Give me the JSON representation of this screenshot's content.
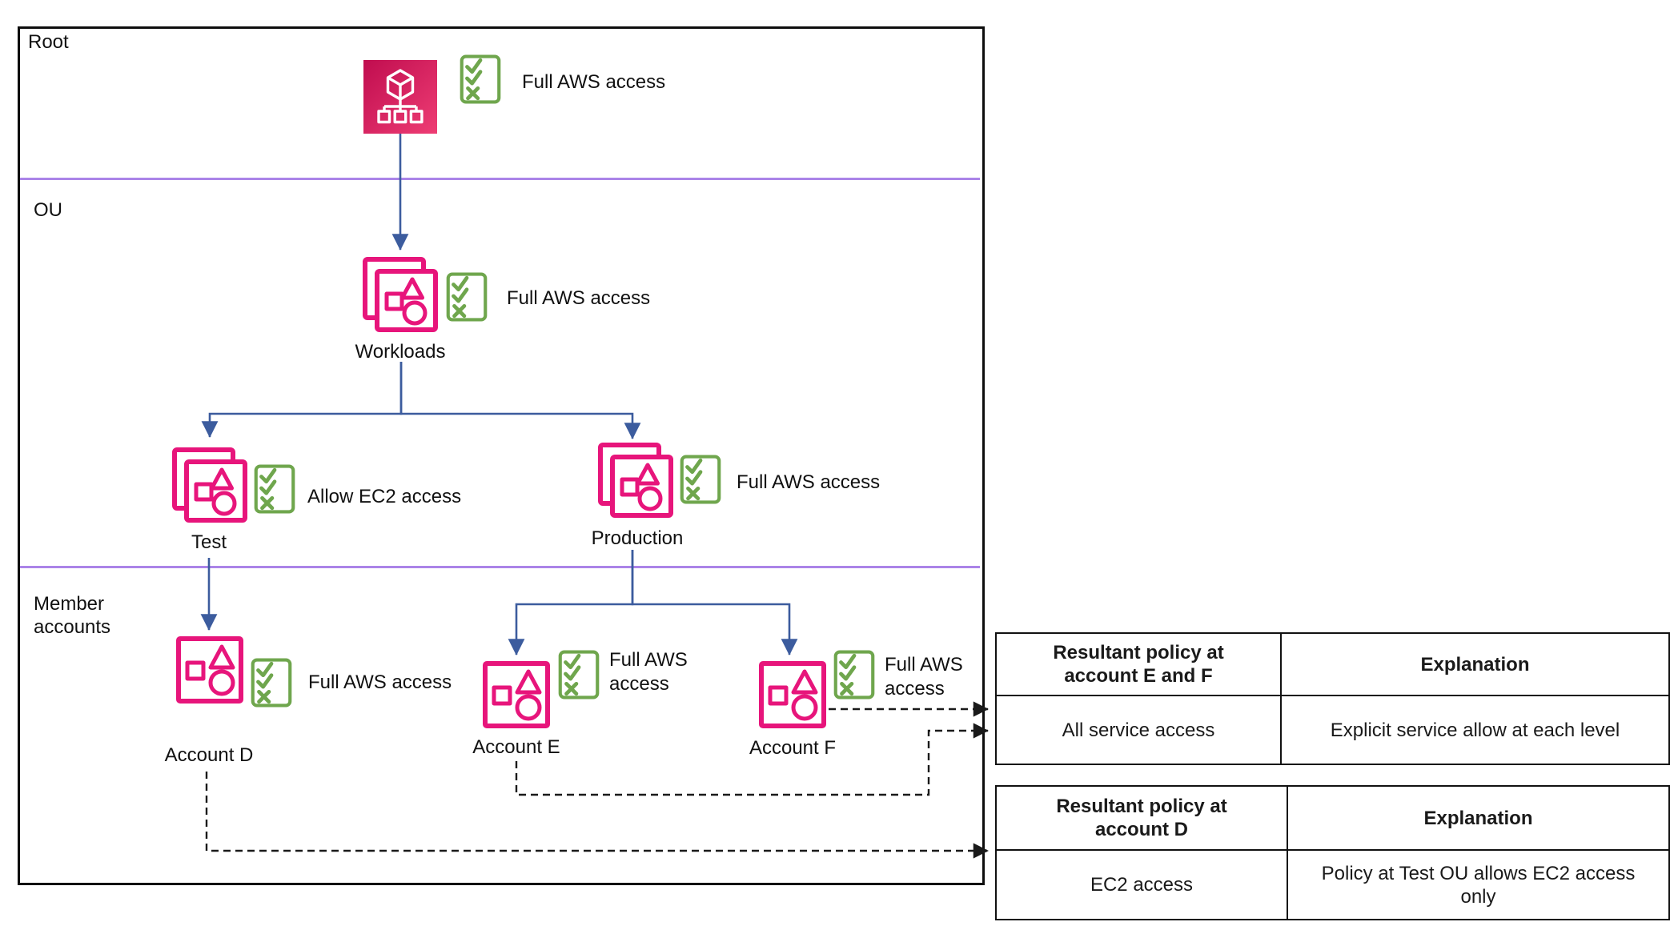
{
  "diagram": {
    "title_context": "AWS Organizations service control policy inheritance",
    "sections": {
      "root": "Root",
      "ou": "OU",
      "member": "Member accounts"
    },
    "nodes": {
      "root": {
        "policy": "Full AWS access"
      },
      "workloads": {
        "label": "Workloads",
        "policy": "Full AWS access"
      },
      "test": {
        "label": "Test",
        "policy": "Allow EC2 access"
      },
      "production": {
        "label": "Production",
        "policy": "Full AWS access"
      },
      "account_d": {
        "label": "Account D",
        "policy": "Full AWS access"
      },
      "account_e": {
        "label": "Account E",
        "policy": "Full AWS access"
      },
      "account_f": {
        "label": "Account F",
        "policy": "Full AWS access"
      }
    },
    "icons": {
      "root": "aws-organizations-icon",
      "ou": "organizational-unit-icon",
      "account": "aws-account-icon",
      "policy": "scp-checklist-icon"
    }
  },
  "tables": {
    "ef": {
      "header_policy": "Resultant policy at account E and F",
      "header_explanation": "Explanation",
      "row_policy": "All service access",
      "row_explanation": "Explicit service allow at each level"
    },
    "d": {
      "header_policy": "Resultant policy at account D",
      "header_explanation": "Explanation",
      "row_policy": "EC2 access",
      "row_explanation": "Policy at Test OU allows EC2 access only"
    }
  },
  "colors": {
    "icon_pink": "#E7157B",
    "root_gradient_start": "#C00D4F",
    "root_gradient_end": "#EE3D74",
    "checklist_green": "#6FA64D",
    "arrow_blue": "#3C5C9E",
    "divider_purple": "#AB84E8",
    "line_black": "#1A1A1A"
  }
}
